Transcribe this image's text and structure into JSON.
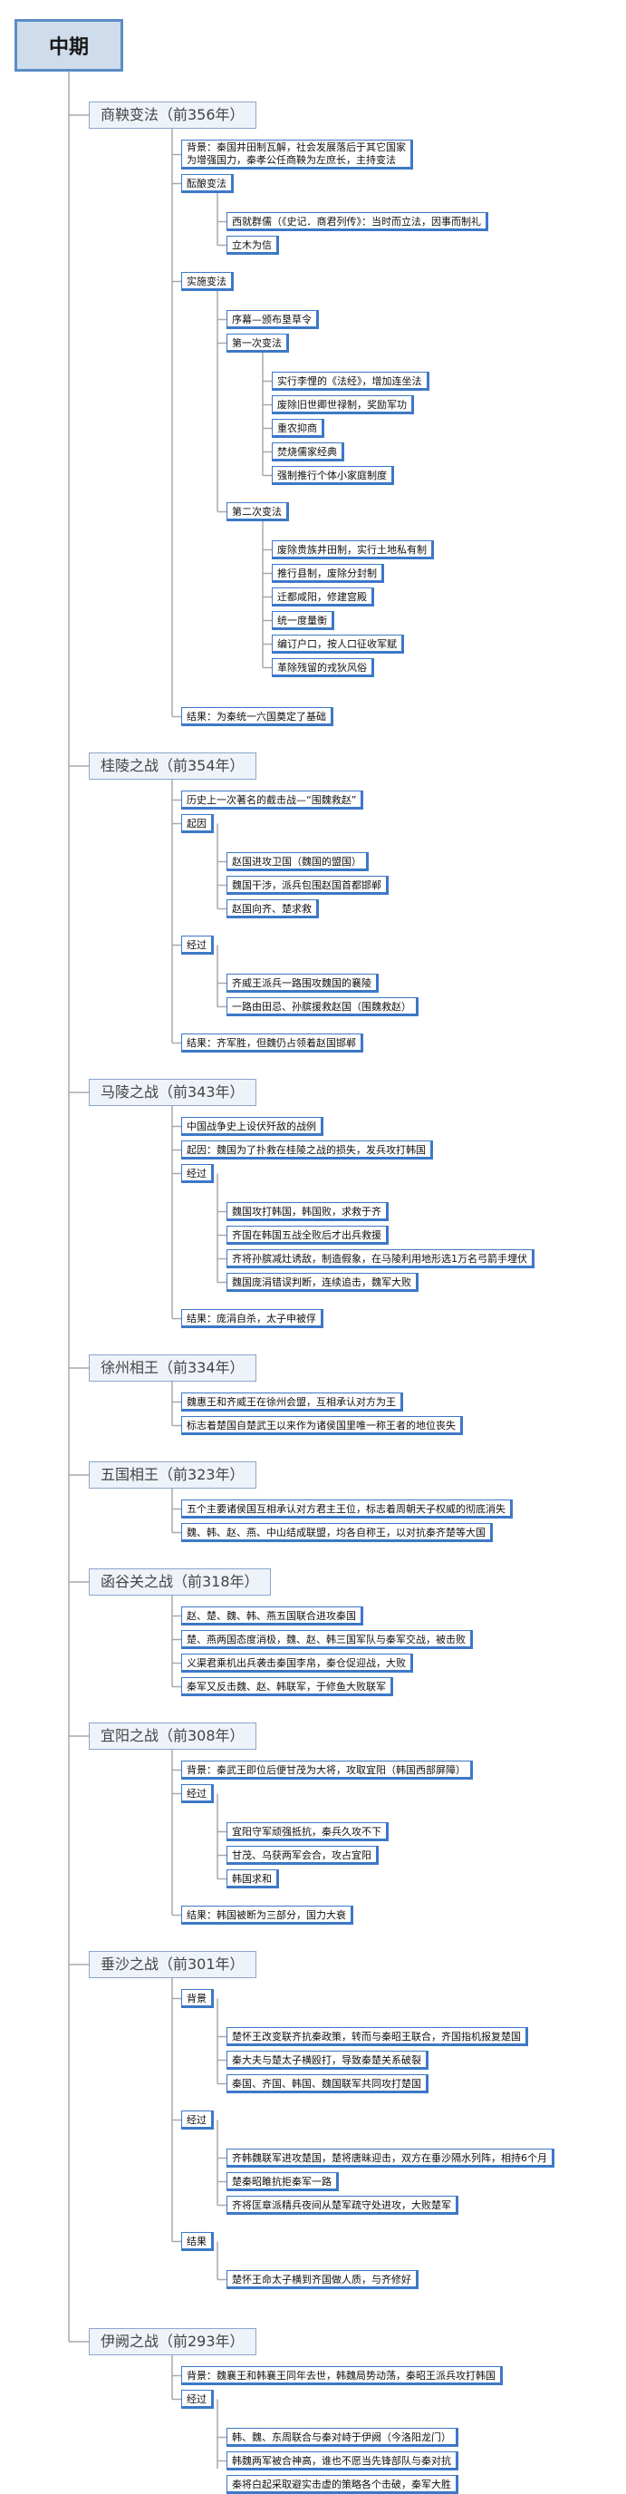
{
  "root": {
    "title": "中期"
  },
  "sections": [
    {
      "title": "商鞅变法（前356年）",
      "items": [
        {
          "text": [
            "背景：秦国井田制瓦解，社会发展落后于其它国家",
            "为增强国力，秦孝公任商鞅为左庶长，主持变法"
          ]
        },
        {
          "text": "酝酿变法",
          "children": [
            {
              "text": "西就群儒（《史记．商君列传》：当时而立法，因事而制礼"
            },
            {
              "text": "立木为信"
            }
          ]
        },
        {
          "text": "实施变法",
          "children": [
            {
              "text": "序幕—颁布垦草令"
            },
            {
              "text": "第一次变法",
              "children": [
                {
                  "text": "实行李悝的《法经》，增加连坐法"
                },
                {
                  "text": "废除旧世卿世禄制，奖励军功"
                },
                {
                  "text": "重农抑商"
                },
                {
                  "text": "焚烧儒家经典"
                },
                {
                  "text": "强制推行个体小家庭制度"
                }
              ]
            },
            {
              "text": "第二次变法",
              "children": [
                {
                  "text": "废除贵族井田制，实行土地私有制"
                },
                {
                  "text": "推行县制，废除分封制"
                },
                {
                  "text": "迁都咸阳，修建宫殿"
                },
                {
                  "text": "统一度量衡"
                },
                {
                  "text": "编订户口，按人口征收军赋"
                },
                {
                  "text": "革除残留的戎狄风俗"
                }
              ]
            }
          ]
        },
        {
          "text": "结果：为秦统一六国奠定了基础"
        }
      ]
    },
    {
      "title": "桂陵之战（前354年）",
      "items": [
        {
          "text": "历史上一次著名的截击战—“围魏救赵”"
        },
        {
          "text": "起因",
          "children": [
            {
              "text": "赵国进攻卫国（魏国的盟国）"
            },
            {
              "text": "魏国干涉，派兵包围赵国首都邯郸"
            },
            {
              "text": "赵国向齐、楚求救"
            }
          ]
        },
        {
          "text": "经过",
          "children": [
            {
              "text": "齐威王派兵一路围攻魏国的襄陵"
            },
            {
              "text": "一路由田忌、孙膑援救赵国（围魏救赵）"
            }
          ]
        },
        {
          "text": "结果：齐军胜，但魏仍占领着赵国邯郸"
        }
      ]
    },
    {
      "title": "马陵之战（前343年）",
      "items": [
        {
          "text": "中国战争史上设伏歼敌的战例"
        },
        {
          "text": "起因：魏国为了扑救在桂陵之战的损失，发兵攻打韩国"
        },
        {
          "text": "经过",
          "children": [
            {
              "text": "魏国攻打韩国，韩国败，求救于齐"
            },
            {
              "text": "齐国在韩国五战全败后才出兵救援"
            },
            {
              "text": "齐将孙膑减灶诱敌，制造假象，在马陵利用地形选1万名弓箭手埋伏"
            },
            {
              "text": "魏国庞涓错误判断，连续追击，魏军大败"
            }
          ]
        },
        {
          "text": "结果：庞涓自杀，太子申被俘"
        }
      ]
    },
    {
      "title": "徐州相王（前334年）",
      "items": [
        {
          "text": "魏惠王和齐威王在徐州会盟，互相承认对方为王"
        },
        {
          "text": "标志着楚国自楚武王以来作为诸侯国里唯一称王者的地位丧失"
        }
      ]
    },
    {
      "title": "五国相王（前323年）",
      "items": [
        {
          "text": "五个主要诸侯国互相承认对方君主王位，标志着周朝天子权威的彻底消失"
        },
        {
          "text": "魏、韩、赵、燕、中山结成联盟，均各自称王，以对抗秦齐楚等大国"
        }
      ]
    },
    {
      "title": "函谷关之战（前318年）",
      "items": [
        {
          "text": "赵、楚、魏、韩、燕五国联合进攻秦国"
        },
        {
          "text": "楚、燕两国态度消极，魏、赵、韩三国军队与秦军交战，被击败"
        },
        {
          "text": "义渠君乘机出兵袭击秦国李帛，秦仓促迎战，大败"
        },
        {
          "text": "秦军又反击魏、赵、韩联军，于修鱼大败联军"
        }
      ]
    },
    {
      "title": "宜阳之战（前308年）",
      "items": [
        {
          "text": "背景：秦武王即位后便甘茂为大将，攻取宜阳（韩国西部屏障）"
        },
        {
          "text": "经过",
          "children": [
            {
              "text": "宜阳守军顽强抵抗，秦兵久攻不下"
            },
            {
              "text": "甘茂、乌获两军会合，攻占宜阳"
            },
            {
              "text": "韩国求和"
            }
          ]
        },
        {
          "text": "结果：韩国被断为三部分，国力大衰"
        }
      ]
    },
    {
      "title": "垂沙之战（前301年）",
      "items": [
        {
          "text": "背景",
          "children": [
            {
              "text": "楚怀王改变联齐抗秦政策，转而与秦昭王联合，齐国指机报复楚国"
            },
            {
              "text": "秦大夫与楚太子横殴打，导致秦楚关系破裂"
            },
            {
              "text": "秦国、齐国、韩国、魏国联军共同攻打楚国"
            }
          ]
        },
        {
          "text": "经过",
          "children": [
            {
              "text": "齐韩魏联军进攻楚国，楚将唐昧迎击，双方在垂沙隔水列阵，相持6个月"
            },
            {
              "text": "楚秦昭雎抗拒秦军一路"
            },
            {
              "text": "齐将匡章派精兵夜间从楚军疏守处进攻，大败楚军"
            }
          ]
        },
        {
          "text": "结果",
          "children": [
            {
              "text": "楚怀王命太子横到齐国做人质，与齐修好"
            }
          ]
        }
      ]
    },
    {
      "title": "伊阙之战（前293年）",
      "items": [
        {
          "text": "背景：魏襄王和韩襄王同年去世，韩魏局势动荡，秦昭王派兵攻打韩国"
        },
        {
          "text": "经过",
          "children": [
            {
              "text": "韩、魏、东周联合与秦对峙于伊阙（今洛阳龙门）"
            },
            {
              "text": "韩魏两军被合神高，谁也不愿当先锋部队与秦对抗"
            },
            {
              "text": "秦将白起采取避实击虚的策略各个击破，秦军大胜"
            }
          ]
        }
      ]
    }
  ],
  "colors": {
    "line": "#a8a8a8",
    "box_border": "#3c78c8",
    "section_fill": "#eef3fa",
    "root_fill": "#cfdcec"
  }
}
